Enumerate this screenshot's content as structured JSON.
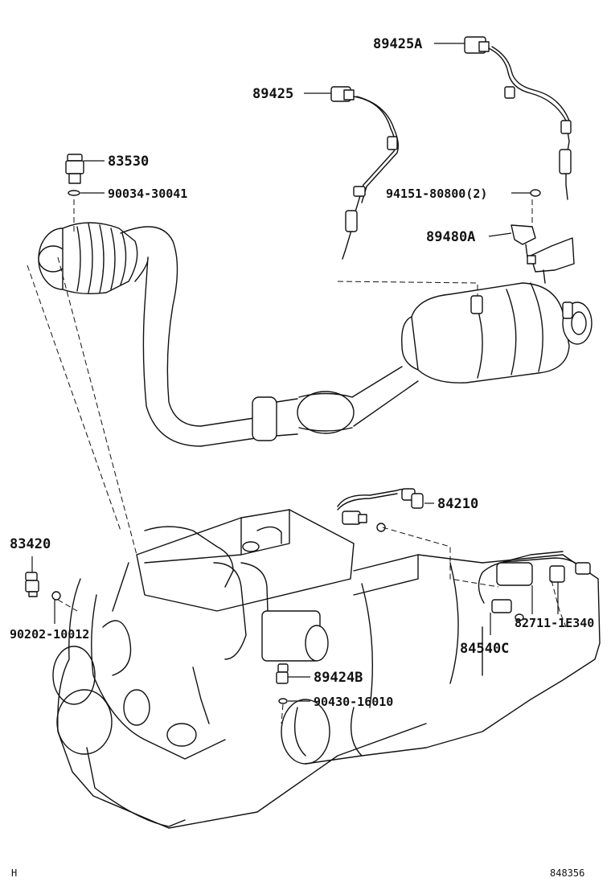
{
  "diagram": {
    "labels": {
      "p89425A": "89425A",
      "p89425": "89425",
      "p83530": "83530",
      "p90034_30041": "90034-30041",
      "p94151_80800": "94151-80800(2)",
      "p89480A": "89480A",
      "p84210": "84210",
      "p83420": "83420",
      "p90202_10012": "90202-10012",
      "p84540C": "84540C",
      "p82711_1E340": "82711-1E340",
      "p89424B": "89424B",
      "p90430_16010": "90430-16010"
    },
    "corner_left": "H",
    "corner_right": "848356"
  }
}
